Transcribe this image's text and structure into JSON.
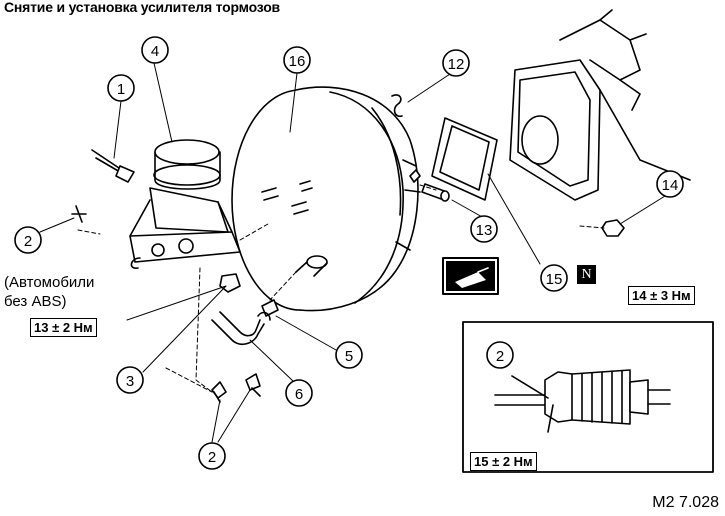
{
  "title": "Снятие и установка усилителя тормозов",
  "callouts": {
    "c1": "1",
    "c2a": "2",
    "c2b": "2",
    "c2c": "2",
    "c3": "3",
    "c4": "4",
    "c5": "5",
    "c6": "6",
    "c12": "12",
    "c13": "13",
    "c14": "14",
    "c15": "15",
    "c16": "16"
  },
  "note_line1": "(Автомобили",
  "note_line2": "без ABS)",
  "torques": {
    "t13": "13 ± 2 Нм",
    "t14": "14 ± 3 Нм",
    "t15": "15 ± 2 Нм"
  },
  "new_part_badge": "N",
  "figure_code": "M2 7.028"
}
